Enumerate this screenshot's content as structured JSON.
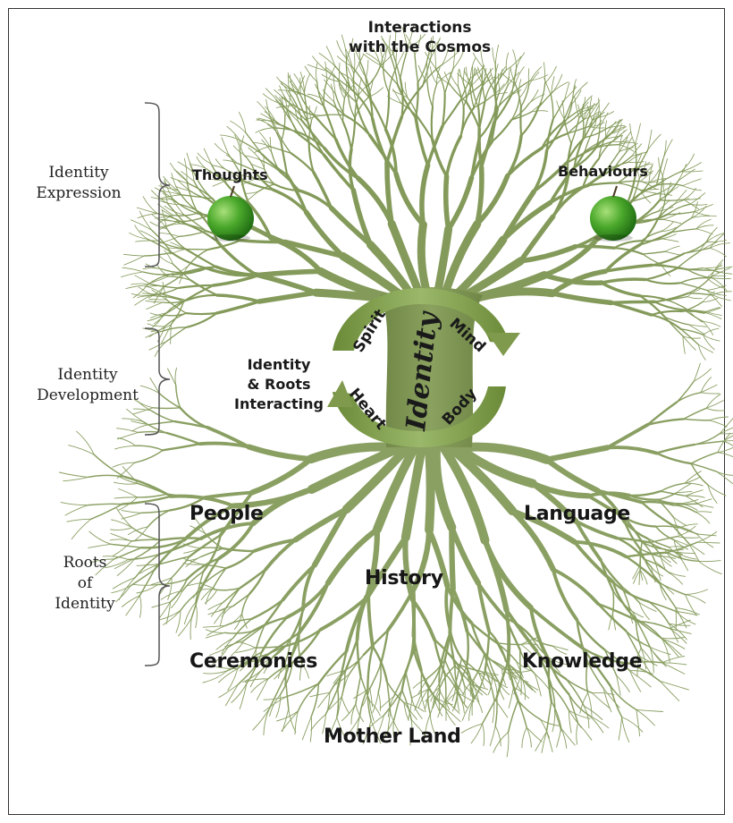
{
  "top_label": "Interactions\nwith the Cosmos",
  "fruits": {
    "left": "Thoughts",
    "right": "Behaviours"
  },
  "brackets": {
    "expression": "Identity\nExpression",
    "development": "Identity\nDevelopment",
    "roots": "Roots\nof\nIdentity"
  },
  "center": {
    "interacting": "Identity\n& Roots\nInteracting",
    "trunk_word": "Identity",
    "arrows": {
      "spirit": "Spirit",
      "mind": "Mind",
      "heart": "Heart",
      "body": "Body"
    }
  },
  "roots": {
    "people": "People",
    "language": "Language",
    "history": "History",
    "ceremonies": "Ceremonies",
    "knowledge": "Knowledge",
    "mother_land": "Mother Land"
  },
  "colors": {
    "tree": "#849a5a",
    "tree_dark": "#6f8646",
    "arrow": "#7f9a4c",
    "apple": "#4aa82b",
    "bracket": "#555555"
  }
}
